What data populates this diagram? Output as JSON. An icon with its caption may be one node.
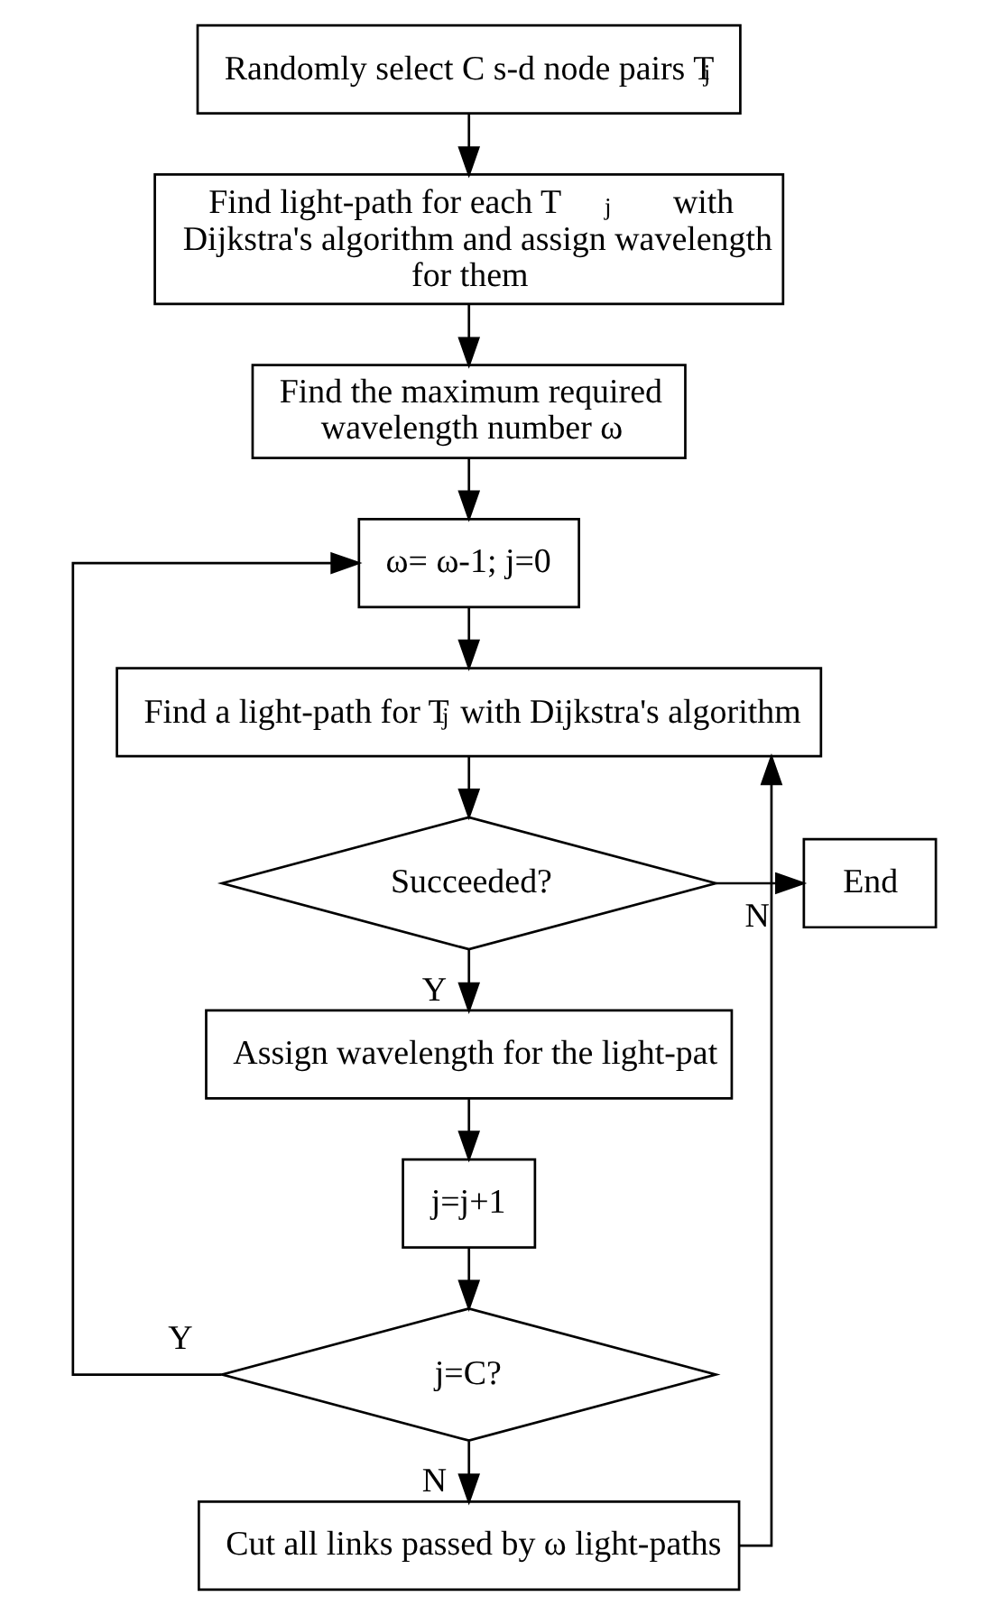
{
  "diagram": {
    "nodes": [
      {
        "text": [
          "Randomly select C s-d node pairs T$_{j}$"
        ]
      },
      {
        "text": [
          "Find light-path for each T$_{j}$ with Dijkstra's algorithm and assign wavelength for them"
        ]
      },
      {
        "text": [
          "Find the maximum required wavelength number ω"
        ]
      },
      {
        "text": [
          "ω= ω-1; j=0"
        ]
      },
      {
        "text": [
          "Find a light-path for T$_{j}$ with Dijkstra's algorithm"
        ]
      },
      {
        "text": [
          "Succeeded?"
        ]
      },
      {
        "text": [
          "End"
        ]
      },
      {
        "text": [
          "Assign wavelength for the light-pat"
        ]
      },
      {
        "text": [
          "j=j+1"
        ]
      },
      {
        "text": [
          "j=C?"
        ]
      },
      {
        "text": [
          "Cut all links passed by ω light-paths"
        ]
      }
    ],
    "edges": [
      {
        "from": 0,
        "to": 1,
        "arrow": "to"
      },
      {
        "from": 1,
        "to": 2,
        "arrow": "to"
      },
      {
        "from": 2,
        "to": 3,
        "arrow": "to"
      },
      {
        "from": 3,
        "to": 4,
        "arrow": "to"
      },
      {
        "from": 4,
        "to": 5,
        "arrow": "to"
      },
      {
        "from": 5,
        "to": 6,
        "label": "N",
        "arrow": "to"
      },
      {
        "from": 5,
        "to": 7,
        "label": "Y",
        "arrow": "to"
      },
      {
        "from": 7,
        "to": 8,
        "arrow": "to"
      },
      {
        "from": 8,
        "to": 9,
        "arrow": "to"
      },
      {
        "from": 9,
        "to": 3,
        "label": "Y",
        "arrow": "to"
      },
      {
        "from": 9,
        "to": 10,
        "label": "N",
        "arrow": "to"
      },
      {
        "from": 10,
        "to": 4,
        "arrow": "to"
      }
    ]
  }
}
